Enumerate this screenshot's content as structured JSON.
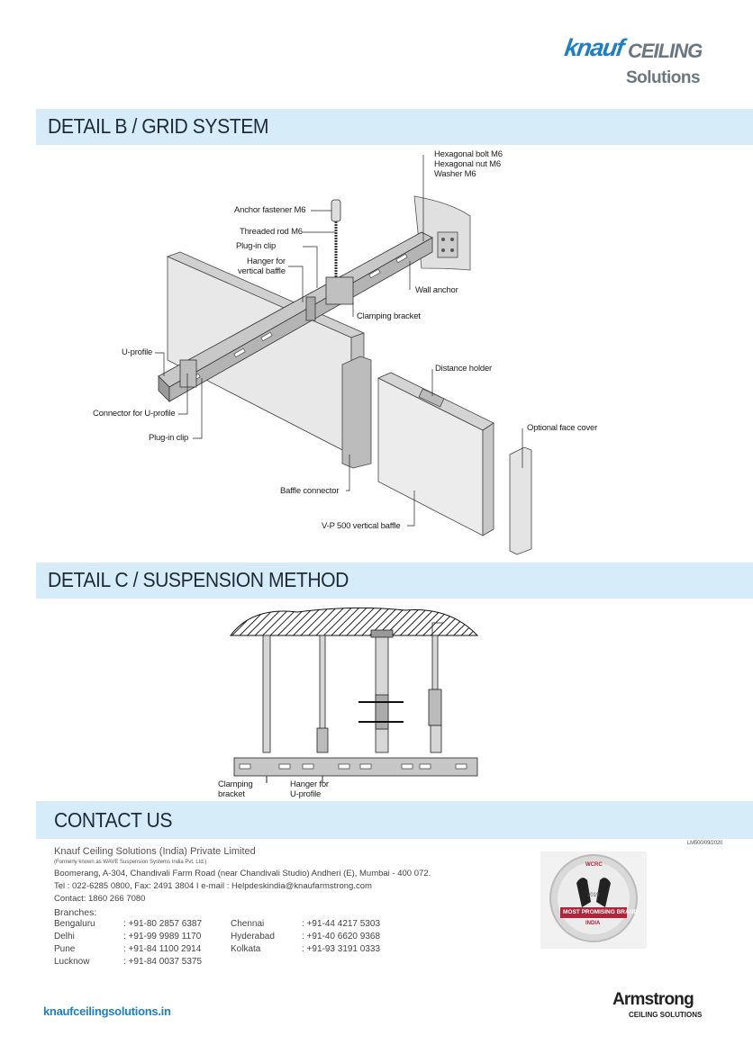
{
  "brand": {
    "logo_word1": "knauf",
    "logo_word2": "CEILING",
    "logo_word3": "Solutions",
    "website": "knaufceilingsolutions.in",
    "partner_logo": "Armstrong",
    "partner_tagline": "CEILING SOLUTIONS",
    "color_blue": "#1d7fc4",
    "color_band": "#d6ecf8"
  },
  "sections": {
    "detail_b": "DETAIL B / GRID SYSTEM",
    "detail_c": "DETAIL C / SUSPENSION METHOD",
    "contact": "CONTACT US"
  },
  "detail_b_labels": {
    "hex_bolt": "Hexagonal bolt M6",
    "hex_nut": "Hexagonal nut M6",
    "washer": "Washer M6",
    "anchor_fastener": "Anchor fastener M6",
    "threaded_rod": "Threaded rod M6",
    "plug_in_clip_top": "Plug-in clip",
    "hanger_line1": "Hanger for",
    "hanger_line2": "vertical baffle",
    "wall_anchor": "Wall anchor",
    "clamping_bracket": "Clamping bracket",
    "u_profile": "U-profile",
    "distance_holder": "Distance holder",
    "connector_u_profile": "Connector for U-profile",
    "optional_face_cover": "Optional face cover",
    "plug_in_clip_bottom": "Plug-in clip",
    "baffle_connector": "Baffle connector",
    "vp500": "V-P 500 vertical baffle"
  },
  "detail_c_labels": {
    "clamping_line1": "Clamping",
    "clamping_line2": "bracket",
    "hanger_line1": "Hanger for",
    "hanger_line2": "U-profile"
  },
  "contact": {
    "doc_code": "LM500/09/2020",
    "company": "Knauf Ceiling Solutions (India) Private Limited",
    "formerly": "(Formerly known as WAVE Suspension Systems India Pvt. Ltd.)",
    "address": "Boomerang, A-304, Chandivali Farm Road (near Chandivali Studio) Andheri (E), Mumbai - 400 072.",
    "tel": "Tel : 022-6285 0800, Fax: 2491 3804 I e-mail : Helpdeskindia@knaufarmstrong.com",
    "contact_line": "Contact: 1860 266 7080",
    "branches_title": "Branches:",
    "branches_left": [
      {
        "city": "Bengaluru",
        "phone": ": +91-80 2857 6387"
      },
      {
        "city": "Delhi",
        "phone": ": +91-99 9989 1170"
      },
      {
        "city": "Pune",
        "phone": ": +91-84 1100 2914"
      },
      {
        "city": "Lucknow",
        "phone": ": +91-84 0037 5375"
      }
    ],
    "branches_right": [
      {
        "city": "Chennai",
        "phone": ": +91-44 4217 5303"
      },
      {
        "city": "Hyderabad",
        "phone": ": +91-40 6620 9368"
      },
      {
        "city": "Kolkata",
        "phone": ": +91-93 3191 0333"
      }
    ]
  },
  "award": {
    "top": "WCRC",
    "title": "MOST PROMISING BRAND",
    "sub": "INDIA",
    "year": "2019"
  }
}
